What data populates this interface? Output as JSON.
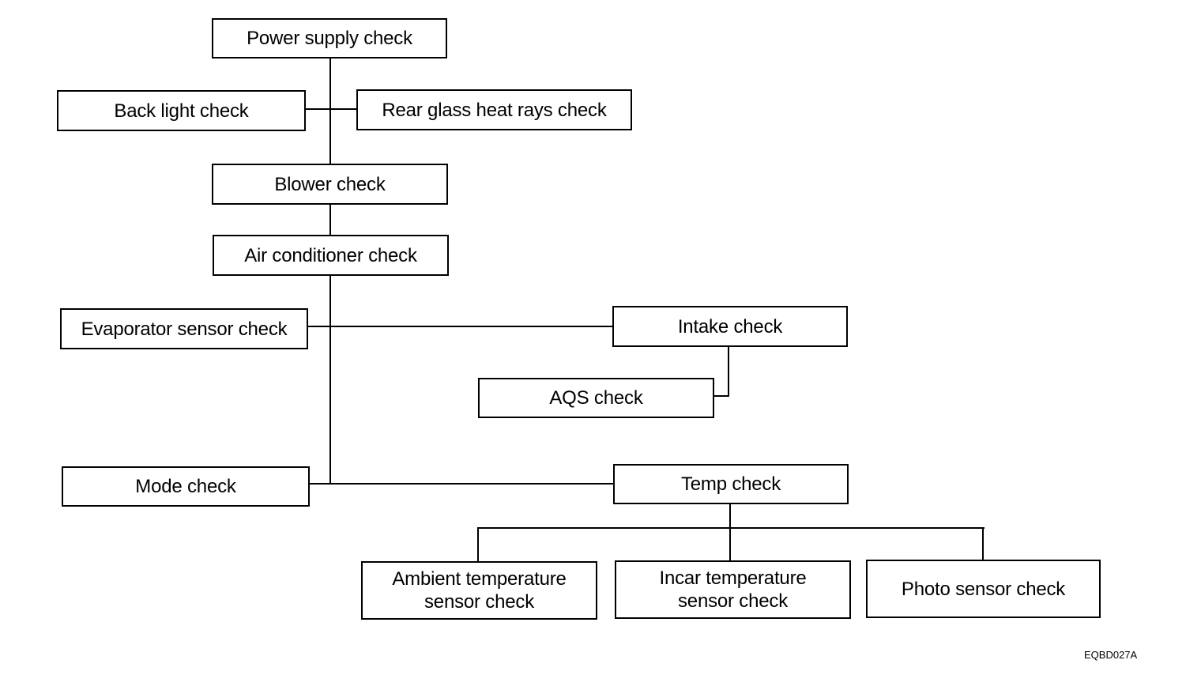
{
  "nodes": {
    "power_supply": "Power supply check",
    "back_light": "Back light check",
    "rear_glass": "Rear glass heat rays check",
    "blower": "Blower check",
    "air_conditioner": "Air conditioner check",
    "evaporator_sensor": "Evaporator sensor check",
    "intake": "Intake check",
    "aqs": "AQS check",
    "mode": "Mode check",
    "temp": "Temp check",
    "ambient_line1": "Ambient temperature",
    "ambient_line2": "sensor check",
    "incar_line1": "Incar temperature",
    "incar_line2": "sensor check",
    "photo_sensor": "Photo sensor check"
  },
  "figure_code": "EQBD027A"
}
